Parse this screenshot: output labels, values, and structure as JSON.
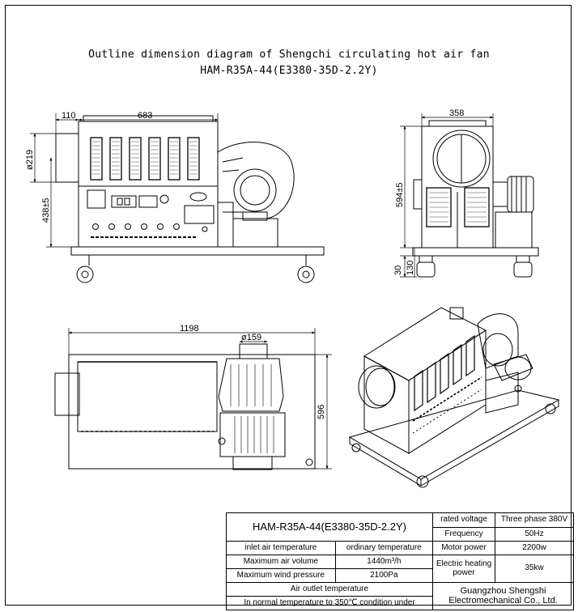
{
  "title": {
    "line1": "Outline dimension diagram of Shengchi circulating hot air fan",
    "line2": "HAM-R35A-44(E3380-35D-2.2Y)"
  },
  "dimensions": {
    "front_inlet_len": "110",
    "front_body_len": "683",
    "front_inlet_dia": "ø219",
    "front_outlet_height": "438±5",
    "side_width": "358",
    "side_height": "594±5",
    "side_30": "30",
    "side_130": "130",
    "top_length": "1198",
    "top_outlet_dia": "ø159",
    "top_depth": "596"
  },
  "spec": {
    "model": "HAM-R35A-44(E3380-35D-2.2Y)",
    "rows": [
      {
        "label": "rated voltage",
        "value": "Three phase 380V"
      },
      {
        "label": "Frequency",
        "value": "50Hz"
      },
      {
        "label": "Motor power",
        "value": "2200w"
      }
    ],
    "inlet_temp_label": "inlet air temperature",
    "inlet_temp_value": "ordinary temperature",
    "air_volume_label": "Maximum air volume",
    "air_volume_value": "1440m³/h",
    "wind_pressure_label": "Maximum wind pressure",
    "wind_pressure_value": "2100Pa",
    "heating_label": "Electric heating power",
    "heating_value": "35kw",
    "outlet_temp_label": "Air outlet temperature",
    "outlet_temp_value": "In normal temperature to 350℃ condition under",
    "company": "Guangzhou Shengshi Electromechanical Co., Ltd."
  }
}
